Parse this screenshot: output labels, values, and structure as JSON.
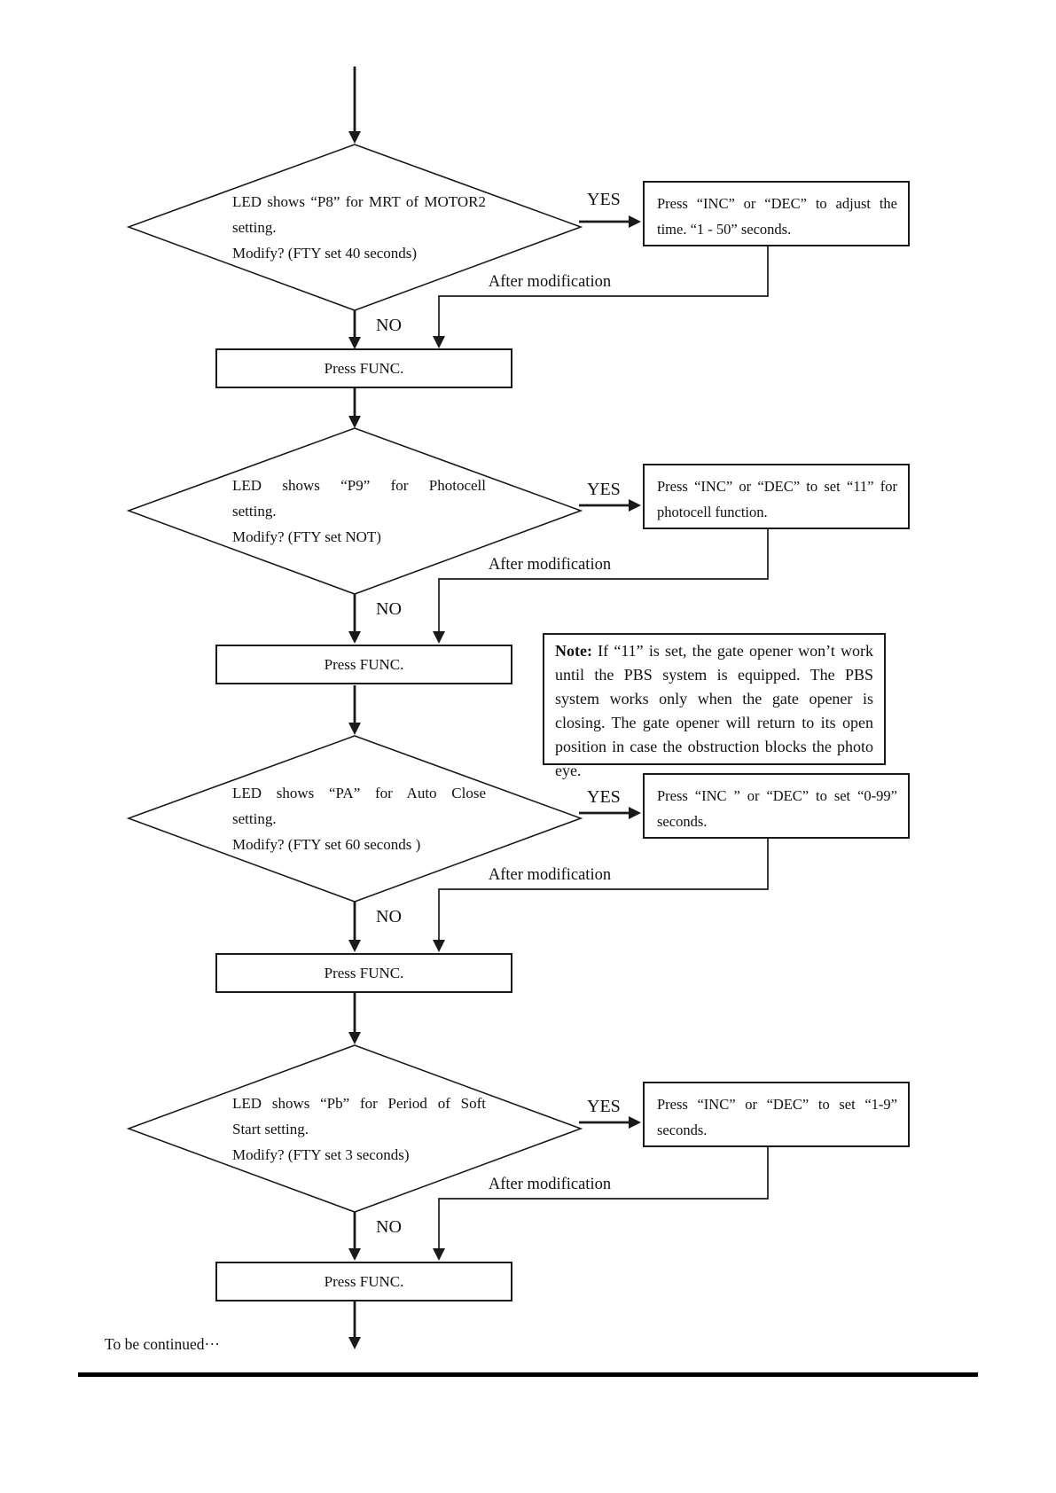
{
  "labels": {
    "yes": "YES",
    "no": "NO",
    "after": "After modification"
  },
  "steps": [
    {
      "diamond_lines": [
        "LED shows “P8” for MRT of MOTOR2",
        "setting.",
        "Modify? (FTY set 40 seconds)"
      ],
      "action_lines": [
        "Press “INC” or “DEC” to adjust the",
        "time. “1 - 50” seconds."
      ],
      "func": "Press FUNC."
    },
    {
      "diamond_lines": [
        "LED shows “P9” for Photocell",
        "setting.",
        "Modify? (FTY set NOT)"
      ],
      "action_lines": [
        "Press “INC” or “DEC” to set “11” for",
        "photocell function."
      ],
      "func": "Press FUNC."
    },
    {
      "diamond_lines": [
        "LED shows “PA” for Auto Close",
        "setting.",
        "Modify? (FTY set 60 seconds )"
      ],
      "action_lines": [
        "Press “INC ” or “DEC” to set “0-99”",
        "seconds."
      ],
      "func": "Press FUNC."
    },
    {
      "diamond_lines": [
        "LED shows “Pb” for Period of Soft",
        "Start setting.",
        "Modify? (FTY set 3 seconds)"
      ],
      "action_lines": [
        "Press “INC” or “DEC” to set “1-9”",
        "seconds."
      ],
      "func": "Press FUNC."
    }
  ],
  "note": {
    "label": "Note:",
    "body": "If “11” is set, the gate opener won’t work until the PBS system is equipped. The PBS system works only when the gate opener is closing. The gate opener will return to its open position in case the obstruction blocks the photo eye."
  },
  "footer": "To be continued···"
}
